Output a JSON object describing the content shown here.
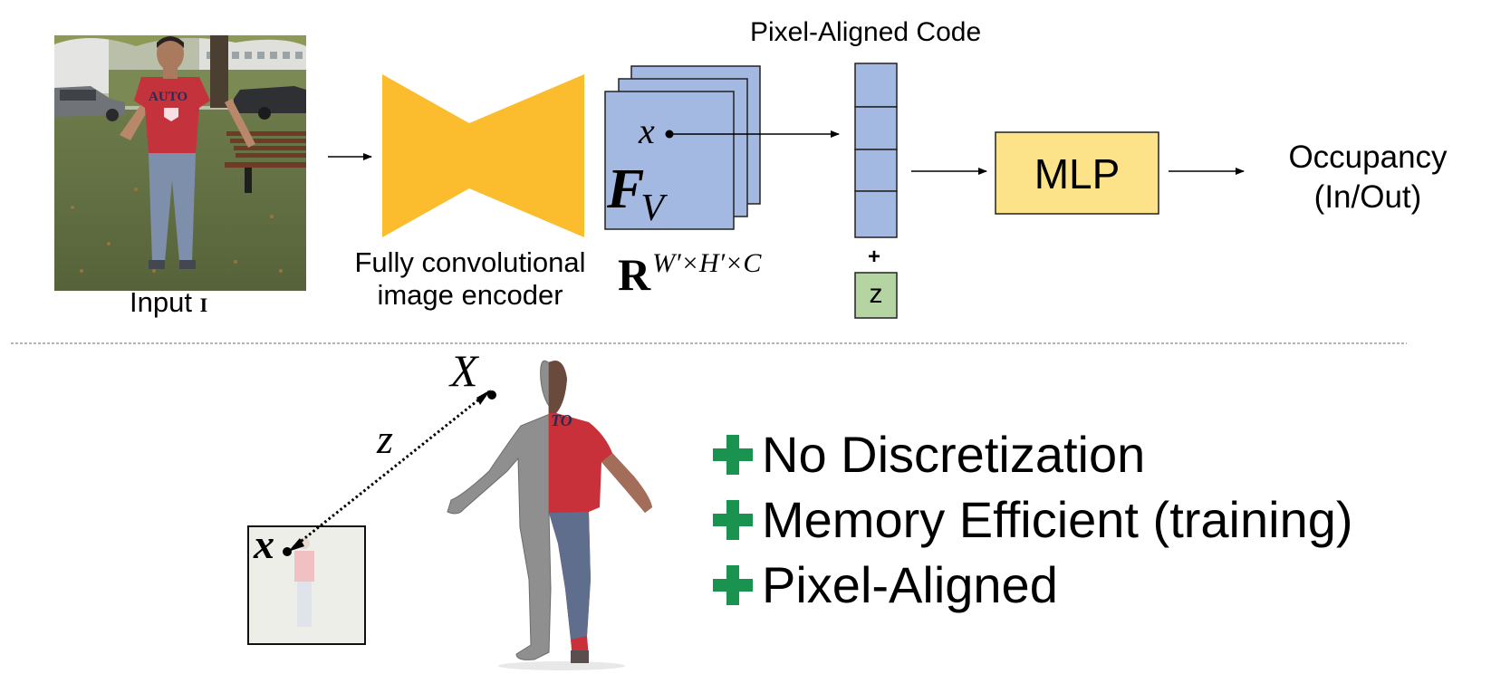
{
  "top": {
    "input_caption": "Input",
    "input_symbol": "I",
    "encoder_caption_line1": "Fully convolutional",
    "encoder_caption_line2": "image encoder",
    "feature_symbol": "F",
    "feature_subscript": "V",
    "feature_point_label": "x",
    "feature_space_base": "R",
    "feature_space_exponent": "W′×H′×C",
    "code_title": "Pixel-Aligned Code",
    "code_cells": 4,
    "plus_sign": "+",
    "depth_label": "z",
    "mlp_label": "MLP",
    "output_line1": "Occupancy",
    "output_line2": "(In/Out)"
  },
  "bottom": {
    "point_3d_label": "X",
    "depth_label": "z",
    "image_point_label": "x",
    "benefits": [
      {
        "icon": "plus-icon",
        "text": "No Discretization"
      },
      {
        "icon": "plus-icon",
        "text": "Memory Efficient (training)"
      },
      {
        "icon": "plus-icon",
        "text": "Pixel-Aligned"
      }
    ]
  },
  "colors": {
    "encoder": "#FBBC2E",
    "feature_map": "#A3B9E2",
    "code_cell": "#A3B9E2",
    "depth_box": "#B4D5A2",
    "mlp_box": "#FCE288",
    "plus_icon": "#1A9350",
    "shirt": "#C8303A",
    "divider": "#888888"
  }
}
